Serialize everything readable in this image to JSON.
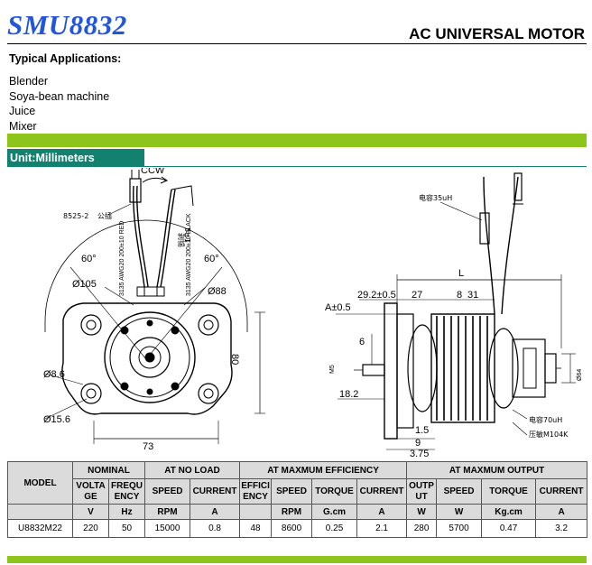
{
  "header": {
    "model": "SMU8832",
    "type": "AC UNIVERSAL MOTOR"
  },
  "applications": {
    "heading": "Typical Applications:",
    "items": [
      "Blender",
      "Soya-bean machine",
      "Juice",
      "Mixer"
    ]
  },
  "unit_banner": "Unit:Millimeters",
  "drawing": {
    "front": {
      "ccw": "CCW",
      "connector": "8525-2",
      "connector_cn": "公插",
      "wire_left": "3135 AWG20 200±10 RED",
      "wire_right": "3135 AWG20 200±10 BLACK",
      "lead_len": "5±1",
      "lead_cn": "剥锡",
      "angle_left": "60°",
      "angle_right": "60°",
      "d105": "Ø105",
      "d88": "Ø88",
      "h80": "80",
      "d8_6": "Ø8.6",
      "d15_6": "Ø15.6",
      "w73": "73"
    },
    "side": {
      "cap_top": "电容35uH",
      "overall": "L",
      "a_tol": "A±0.5",
      "d29": "29.2±0.5",
      "d27": "27",
      "d8": "8",
      "d31": "31",
      "d6": "6",
      "m5": "M5",
      "d18_2": "18.2",
      "d64": "Ø64",
      "d1_5": "1.5",
      "d9": "9",
      "d3_75": "3.75",
      "cap_bottom": "电容70uH",
      "varistor": "压敏M104K"
    }
  },
  "table": {
    "groups": {
      "model": "MODEL",
      "nominal": "NOMINAL",
      "no_load": "AT NO LOAD",
      "max_eff": "AT MAXMUM EFFICIENCY",
      "max_out": "AT MAXMUM OUTPUT"
    },
    "params": {
      "voltage": "VOLTAGE",
      "frequency": "FREQUENCY",
      "nl_speed": "SPEED",
      "nl_current": "CURRENT",
      "eff": "EFFICIENCY",
      "me_speed": "SPEED",
      "me_torque": "TORQUE",
      "me_current": "CURRENT",
      "output": "OUTPUT",
      "mo_speed": "SPEED",
      "mo_torque": "TORQUE",
      "mo_current": "CURRENT"
    },
    "units": {
      "voltage": "V",
      "frequency": "Hz",
      "nl_speed": "RPM",
      "nl_current": "A",
      "eff": "",
      "me_speed": "RPM",
      "me_torque": "G.cm",
      "me_current": "A",
      "output": "W",
      "mo_speed": "W",
      "mo_torque": "Kg.cm",
      "mo_current": "A"
    },
    "row": {
      "model": "U8832M22",
      "voltage": "220",
      "frequency": "50",
      "nl_speed": "15000",
      "nl_current": "0.8",
      "eff": "48",
      "me_speed": "8600",
      "me_torque": "0.25",
      "me_current": "2.1",
      "output": "280",
      "mo_speed": "5700",
      "mo_torque": "0.47",
      "mo_current": "3.2"
    }
  }
}
